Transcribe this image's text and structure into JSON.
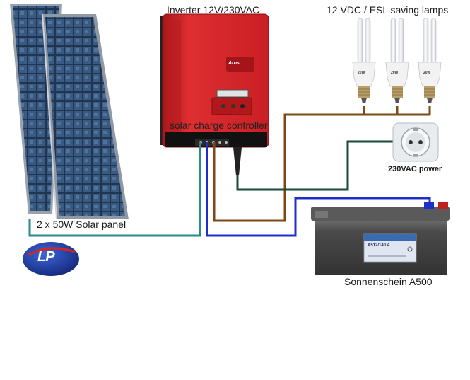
{
  "labels": {
    "inverter": "Inverter 12V/230VAC",
    "lamps": "12 VDC / ESL  saving lamps",
    "charge_controller": "solar charge controller",
    "socket": "230VAC power",
    "solar_panel": "2 x 50W Solar panel",
    "battery": "Sonnenschein A500",
    "inverter_brand": "Aros",
    "battery_model": "A512/140 A",
    "bulb_marking": "20W",
    "logo": "LP"
  },
  "colors": {
    "wire_brown": "#7b4a17",
    "wire_blue": "#1e2fc8",
    "wire_teal": "#2a8c8a",
    "wire_darkgreen": "#1a4a3a",
    "inverter_red": "#d8262b",
    "battery_body": "#4a4a4a",
    "panel_cell": "#2b4a6e",
    "logo_blue": "#2244aa"
  },
  "icons": [
    "solar-panel-icon",
    "inverter-icon",
    "lamp-icon",
    "socket-icon",
    "battery-icon",
    "logo-icon"
  ]
}
